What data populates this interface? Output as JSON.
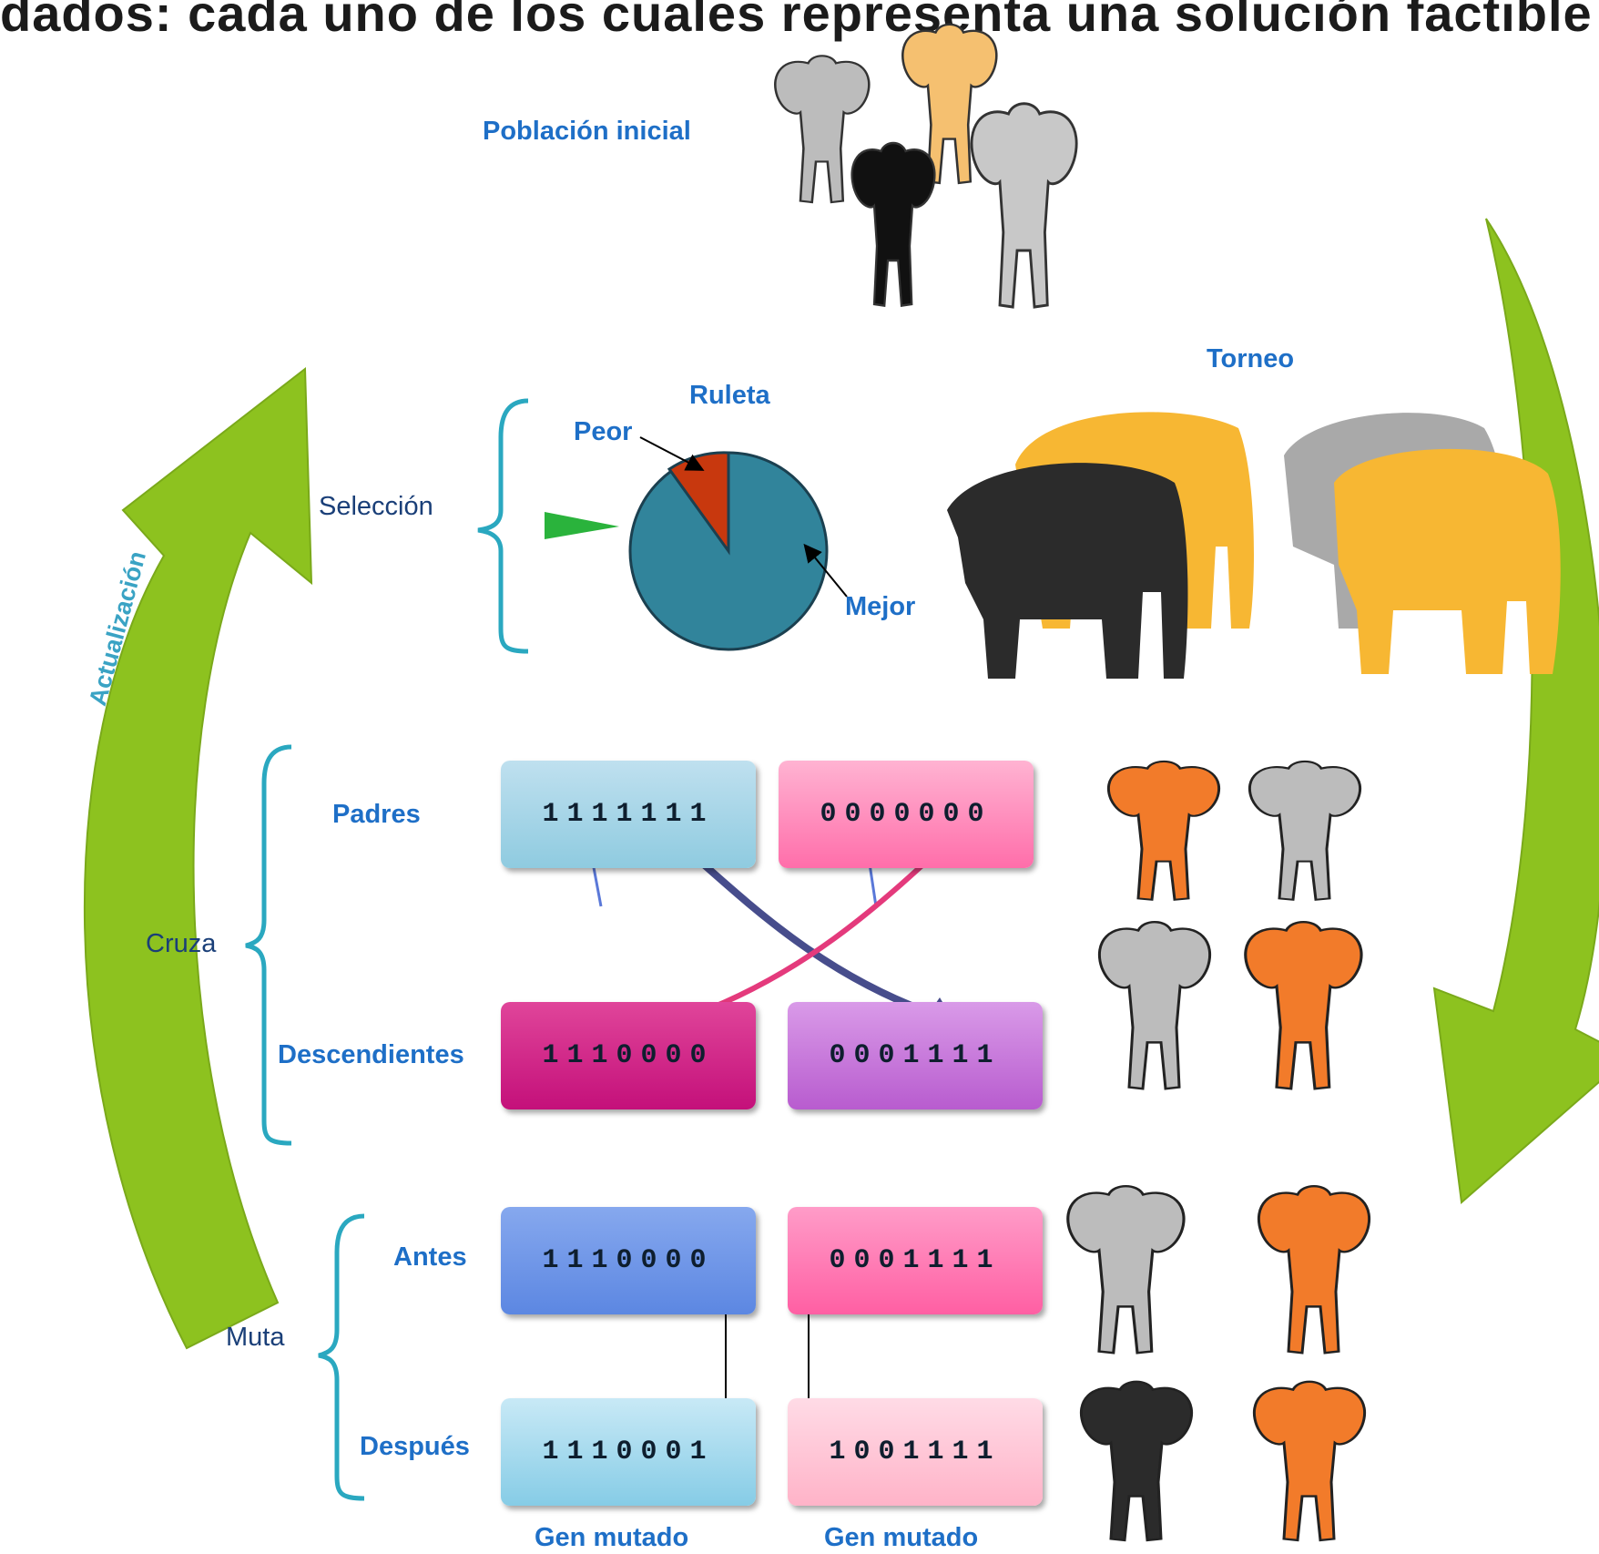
{
  "caption": "dados: cada uno de los cuales representa una solución factible",
  "labels": {
    "poblacion_inicial": "Población inicial",
    "torneo": "Torneo",
    "ruleta": "Ruleta",
    "peor": "Peor",
    "mejor": "Mejor",
    "seleccion": "Selección",
    "actualizacion": "Actualización",
    "padres": "Padres",
    "cruza": "Cruza",
    "descendientes": "Descendientes",
    "antes": "Antes",
    "muta": "Muta",
    "despues": "Después",
    "gen_mutado_1": "Gen mutado",
    "gen_mutado_2": "Gen mutado"
  },
  "bitstrings": {
    "padre_1": "1111111",
    "padre_2": "0000000",
    "desc_1": "1110000",
    "desc_2": "0001111",
    "antes_1": "1110000",
    "antes_2": "0001111",
    "despues_1": "1110001",
    "despues_2": "1001111"
  },
  "colors": {
    "cycle_arrow": "#8dc21f",
    "label_blue": "#1e6fc7",
    "bracket": "#2aa8c0",
    "pie_main": "#31849b",
    "pie_slice": "#c8380e",
    "elephant_orange": "#f27b2a",
    "elephant_gray": "#bcbcbc",
    "elephant_black": "#2b2b2b",
    "elephant_yellow": "#f7b733"
  },
  "icons": [
    "elephant-icon",
    "lightning-icon",
    "pointer-triangle-icon"
  ]
}
